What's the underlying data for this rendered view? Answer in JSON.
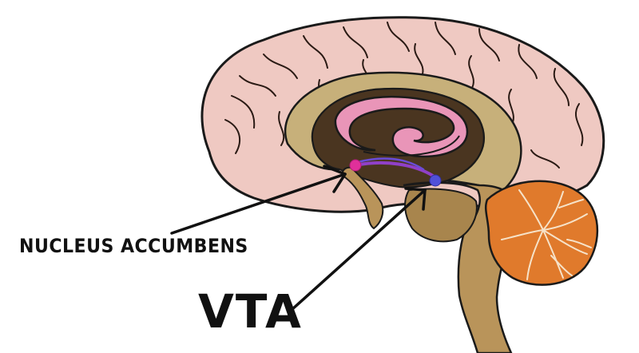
{
  "labels": {
    "nucleus_accumbens": "NUCLEUS ACCUMBENS",
    "vta": "VTA"
  },
  "colors": {
    "cortex_fill": "#efc9c2",
    "cortex_outline": "#1a1a1a",
    "white_matter": "#c7b07a",
    "ventricle_dark": "#4a3520",
    "thalamus_pink": "#e995b8",
    "brainstem": "#b9945a",
    "cerebellum": "#e07a2c",
    "cerebellum_vein": "#f6e2c8",
    "nucleus_accumbens_dot": "#e0309a",
    "vta_dot": "#5050d8",
    "pathway": "#9040c8",
    "pointer_line": "#111111"
  },
  "icons": {
    "nucleus_accumbens_marker": "magenta-dot",
    "vta_marker": "blue-dot"
  }
}
